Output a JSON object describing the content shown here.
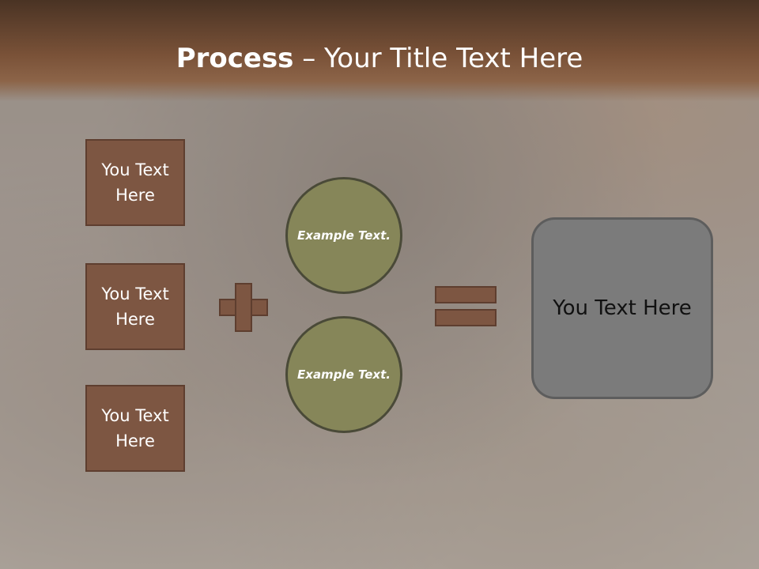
{
  "slide": {
    "title_bold": "Process",
    "title_rest": " – Your Title Text Here"
  },
  "left_boxes": [
    {
      "label": "You Text Here"
    },
    {
      "label": "You Text Here"
    },
    {
      "label": "You Text Here"
    }
  ],
  "circles": [
    {
      "label": "Example Text."
    },
    {
      "label": "Example Text."
    }
  ],
  "operators": {
    "plus_icon": "plus-icon",
    "equals_icon": "equals-icon"
  },
  "result_box": {
    "label": "You Text Here"
  },
  "colors": {
    "header": "#7a5238",
    "box_fill": "#7d5642",
    "circle_fill": "#868659",
    "result_fill": "#7b7b7b"
  }
}
